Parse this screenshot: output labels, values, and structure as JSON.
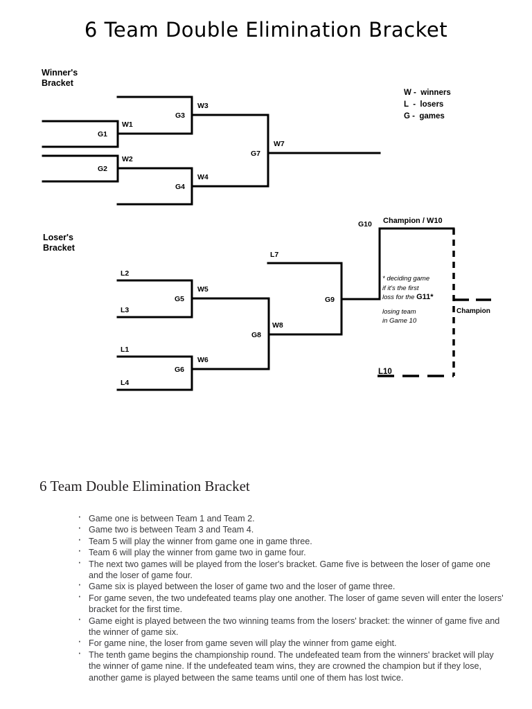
{
  "document": {
    "main_title": "6 Team Double Elimination Bracket",
    "section_title": "6 Team Double Elimination Bracket"
  },
  "bracket": {
    "winners_label": "Winner's\nBracket",
    "losers_label": "Loser's\nBracket",
    "legend": [
      "W -  winners",
      "L  -  losers",
      "G -  games"
    ],
    "winners": {
      "games": [
        {
          "id": "g1",
          "label": "G1",
          "winner_label": "W1"
        },
        {
          "id": "g2",
          "label": "G2",
          "winner_label": "W2"
        },
        {
          "id": "g3",
          "label": "G3",
          "winner_label": "W3"
        },
        {
          "id": "g4",
          "label": "G4",
          "winner_label": "W4"
        },
        {
          "id": "g7",
          "label": "G7",
          "winner_label": "W7"
        }
      ]
    },
    "losers": {
      "seeds": [
        "L2",
        "L3",
        "L1",
        "L4"
      ],
      "games": [
        {
          "id": "g5",
          "label": "G5",
          "winner_label": "W5"
        },
        {
          "id": "g6",
          "label": "G6",
          "winner_label": "W6"
        },
        {
          "id": "g8",
          "label": "G8",
          "winner_label": "W8"
        },
        {
          "id": "g9",
          "label": "G9",
          "feed_label": "L7"
        }
      ]
    },
    "final": {
      "g10_label": "G10",
      "champion_w10_label": "Champion / W10",
      "l10_label": "L10",
      "g11_label": "G11*",
      "champion_label": "Champion",
      "note_line1": "* deciding game",
      "note_line2": "if it's the first",
      "note_line3": "loss for the",
      "note_line4": "losing team",
      "note_line5": "in Game 10"
    }
  },
  "rules": [
    "Game one is between Team 1 and Team 2.",
    "Game two is between Team 3 and Team 4.",
    "Team 5 will play the winner from game one in game three.",
    "Team 6 will play the winner from game two in game four.",
    "The next two games will be played from the loser's bracket. Game five is between the loser of game one and the loser of game four.",
    "Game six is played between the loser of game two and the loser of game three.",
    "For game seven, the two undefeated teams play one another. The loser of game seven will enter the losers' bracket for the first time.",
    "Game eight is played between the two winning teams from the losers' bracket: the winner of game five and the winner of game six.",
    "For game nine, the loser from game seven will play the winner from game eight.",
    "The tenth game begins the championship round. The undefeated team from the winners' bracket will play the winner of game nine. If the undefeated team wins, they are crowned the champion but if they lose, another game is played between the same teams until one of them has lost twice."
  ]
}
